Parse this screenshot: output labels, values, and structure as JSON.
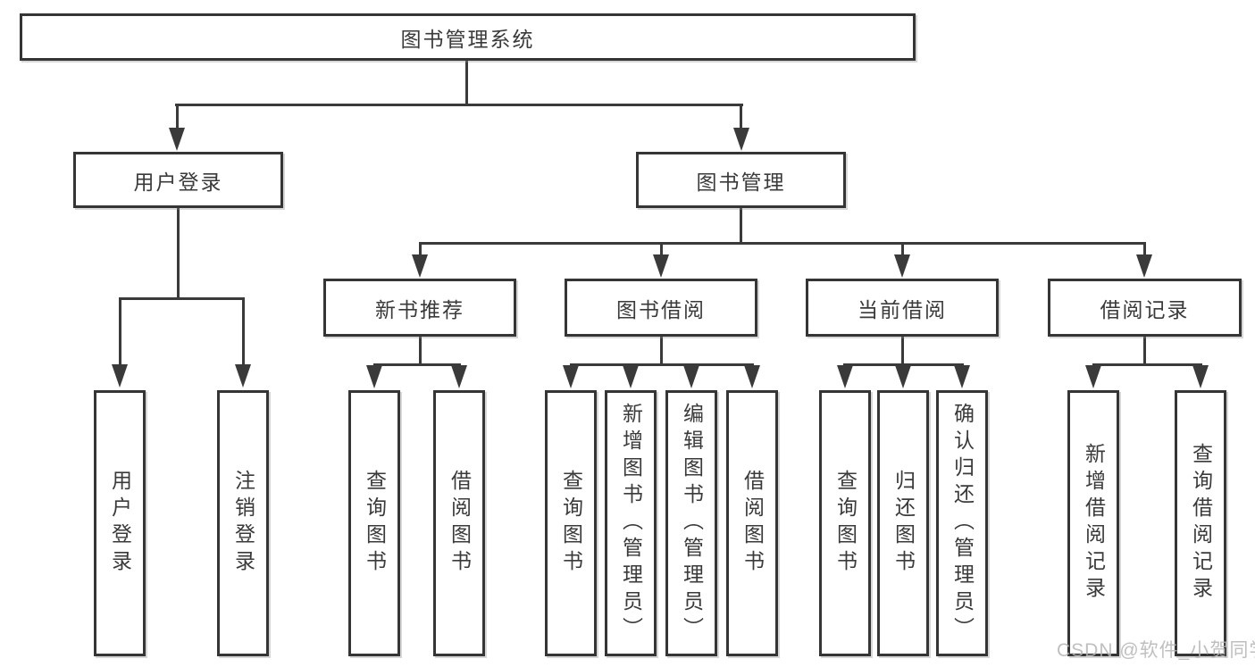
{
  "diagram": {
    "type": "hierarchy-tree",
    "root": {
      "label": "图书管理系统"
    },
    "level1": [
      {
        "label": "用户登录",
        "children": [
          "用户登录",
          "注销登录"
        ]
      },
      {
        "label": "图书管理"
      }
    ],
    "level2": [
      {
        "label": "新书推荐",
        "children": [
          "查询图书",
          "借阅图书"
        ]
      },
      {
        "label": "图书借阅",
        "children": [
          "查询图书",
          "新增图书（管理员）",
          "编辑图书（管理员）",
          "借阅图书"
        ]
      },
      {
        "label": "当前借阅",
        "children": [
          "查询图书",
          "归还图书",
          "确认归还（管理员）"
        ]
      },
      {
        "label": "借阅记录",
        "children": [
          "新增借阅记录",
          "查询借阅记录"
        ]
      }
    ]
  },
  "watermark": "CSDN @软件_小贺同学",
  "colors": {
    "line": "#3a3a3a",
    "box_border": "#353535",
    "text": "#3a3a3a",
    "background": "#ffffff",
    "watermark": "#b5b5b5"
  }
}
